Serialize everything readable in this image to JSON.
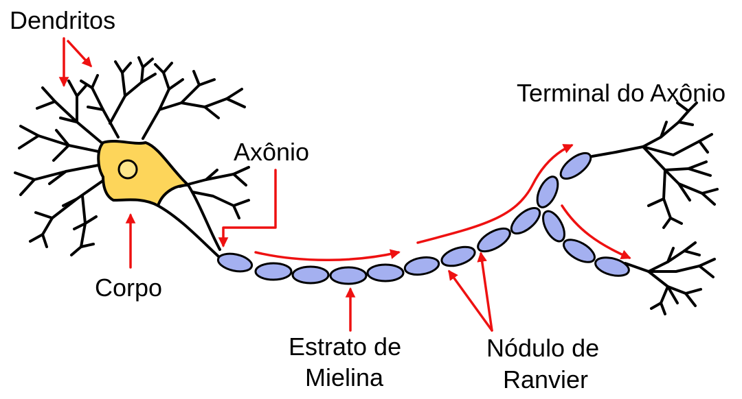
{
  "labels": {
    "dendritos": "Dendritos",
    "axonio": "Axônio",
    "terminal": "Terminal do Axônio",
    "corpo": "Corpo",
    "estrato_line1": "Estrato de",
    "estrato_line2": "Mielina",
    "nodulo_line1": "Nódulo de",
    "nodulo_line2": "Ranvier"
  },
  "colors": {
    "soma_fill": "#fdd55a",
    "nucleus_fill": "#fde68a",
    "myelin_fill": "#a4b0f0",
    "arrow": "#ee1111",
    "outline": "#000000"
  }
}
